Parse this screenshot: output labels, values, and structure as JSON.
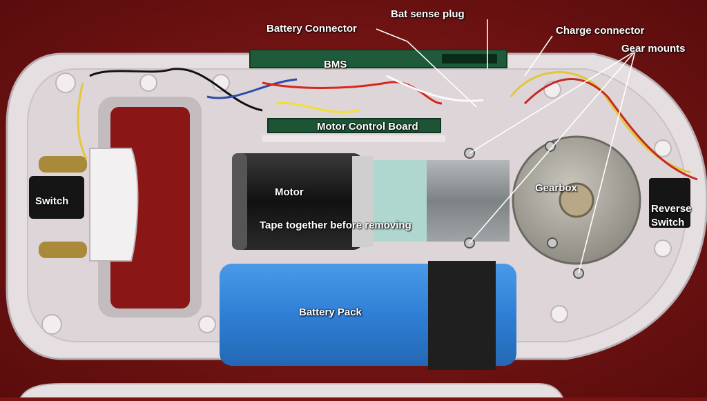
{
  "labels": {
    "bat_sense_plug": "Bat sense plug",
    "battery_connector": "Battery Connector",
    "charge_connector": "Charge connector",
    "gear_mounts": "Gear mounts",
    "bms": "BMS",
    "motor_control_board": "Motor Control Board",
    "switch": "Switch",
    "motor": "Motor",
    "tape_note": "Tape together before removing",
    "gearbox": "Gearbox",
    "reverse_switch_line1": "Reverse",
    "reverse_switch_line2": "Switch",
    "battery_pack": "Battery Pack"
  },
  "colors": {
    "background": "#7a1414",
    "housing": "#e8e0e2",
    "battery": "#2f7fd6",
    "label_text": "#ffffff",
    "pcb": "#1f5a3a"
  }
}
